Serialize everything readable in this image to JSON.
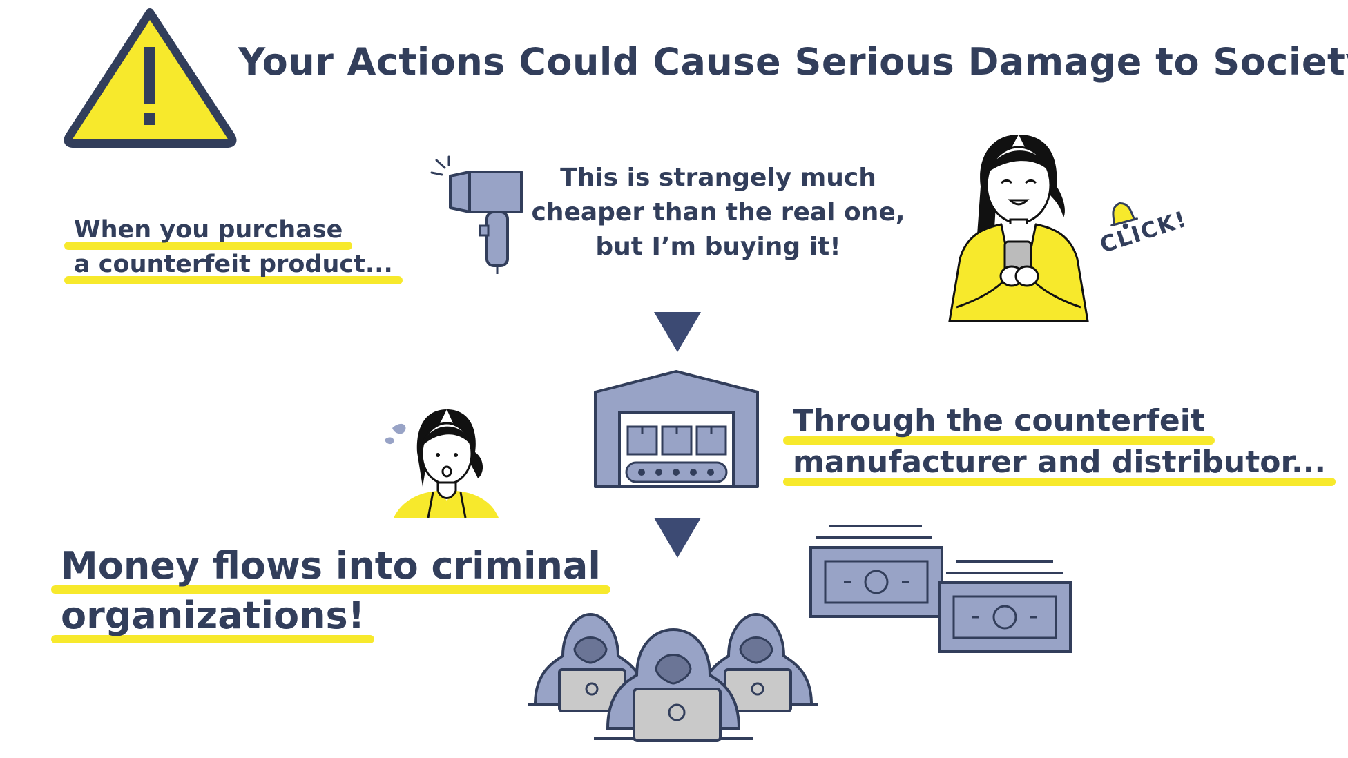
{
  "title": "Your Actions Could Cause Serious Damage to Society",
  "intro": {
    "line1": "When you purchase",
    "line2": "a counterfeit product..."
  },
  "speech": {
    "line1": "This is strangely much",
    "line2": "cheaper than the real one,",
    "line3": "but I’m buying it!"
  },
  "click_label": "CLICK!",
  "through": {
    "line1": "Through the counterfeit",
    "line2": "manufacturer and distributor..."
  },
  "money": {
    "line1": "Money flows into criminal",
    "line2": "organizations!"
  },
  "colors": {
    "navy": "#323e5b",
    "yellow": "#f7e92c",
    "steel": "#98a3c6"
  },
  "icons": [
    "warning-icon",
    "hair-dryer-icon",
    "shopping-woman-illustration",
    "bell-icon",
    "arrow-down-icon",
    "factory-icon",
    "worried-woman-illustration",
    "money-bills-icon",
    "hackers-illustration"
  ]
}
